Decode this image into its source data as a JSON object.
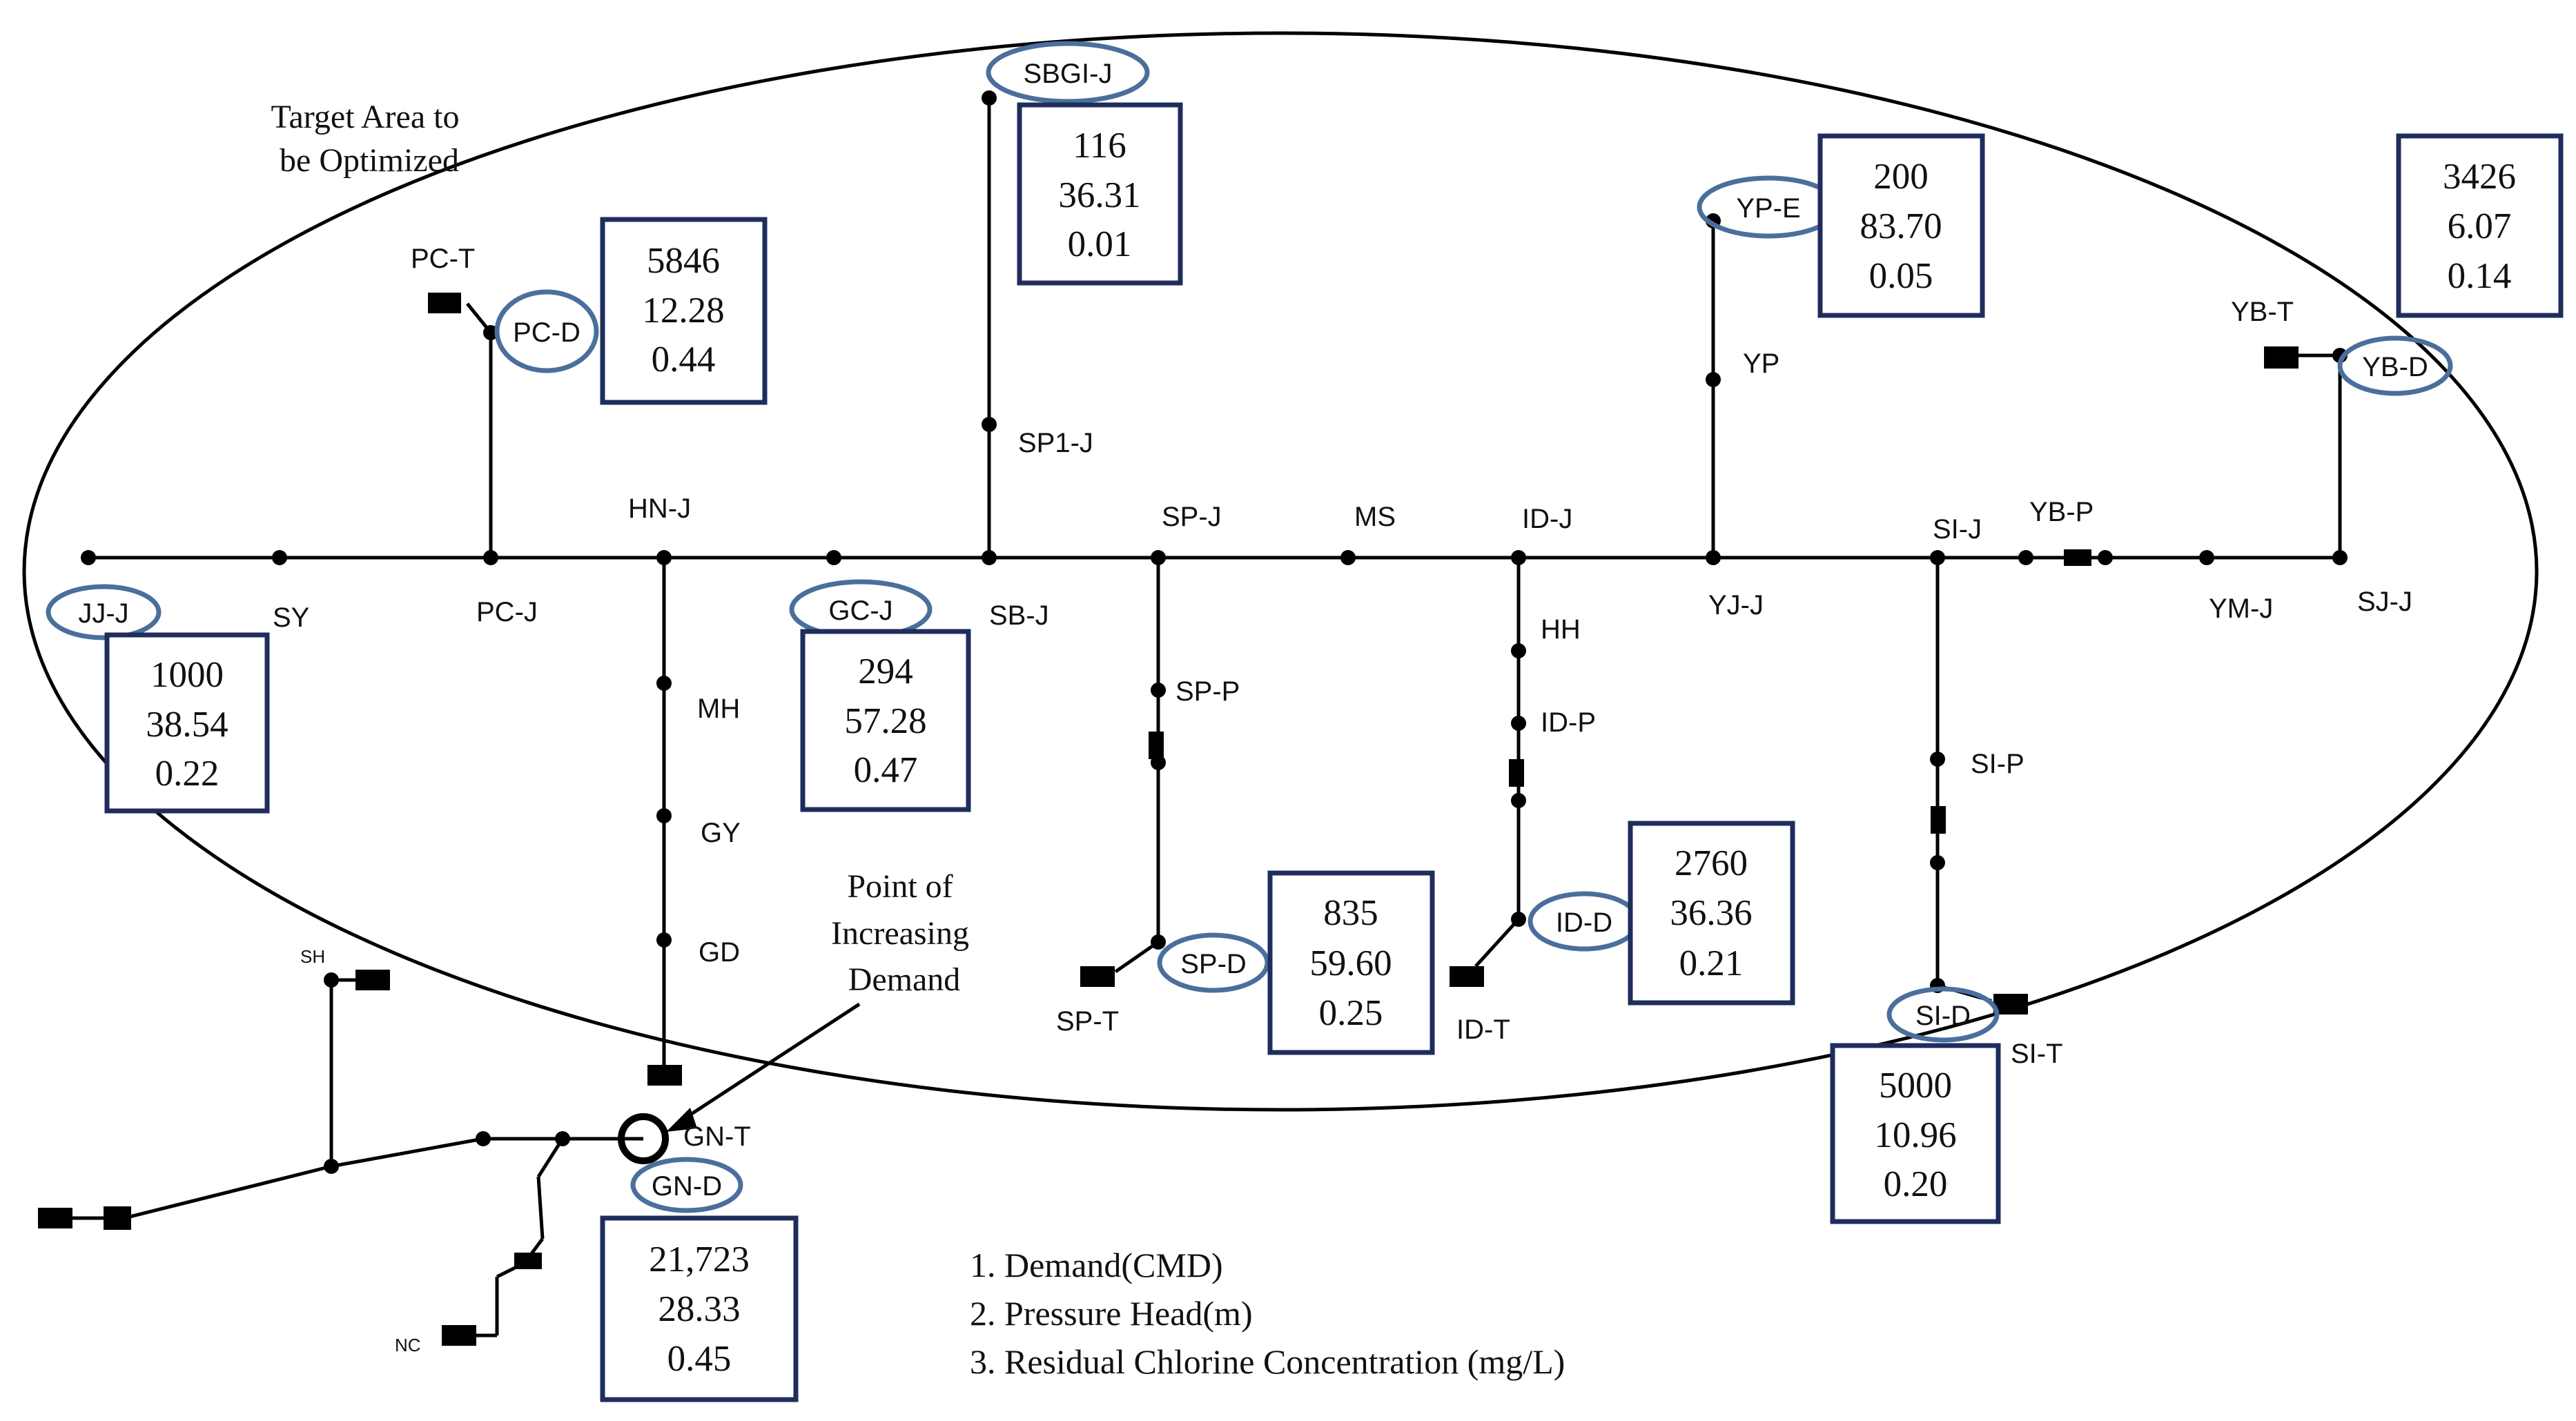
{
  "target_area_label": [
    "Target Area to",
    "be Optimized"
  ],
  "annotation": [
    "Point of",
    "Increasing",
    "Demand"
  ],
  "legend": [
    "1. Demand(CMD)",
    "2. Pressure Head(m)",
    "3. Residual Chlorine Concentration (mg/L)"
  ],
  "node_labels": {
    "hn_j": "HN-J",
    "sy": "SY",
    "pc_j": "PC-J",
    "sb_j": "SB-J",
    "sp1_j": "SP1-J",
    "sp_j": "SP-J",
    "ms": "MS",
    "id_j": "ID-J",
    "yj_j": "YJ-J",
    "yp": "YP",
    "si_j": "SI-J",
    "yb_p": "YB-P",
    "ym_j": "YM-J",
    "sj_j": "SJ-J",
    "yb_t": "YB-T",
    "pc_t": "PC-T",
    "mh": "MH",
    "gy": "GY",
    "gd": "GD",
    "sp_p": "SP-P",
    "sp_t": "SP-T",
    "hh": "HH",
    "id_p": "ID-P",
    "id_t": "ID-T",
    "si_p": "SI-P",
    "si_t": "SI-T",
    "gn_t": "GN-T",
    "sh": "SH",
    "nc": "NC"
  },
  "circled_labels": {
    "jj_j": "JJ-J",
    "gc_j": "GC-J",
    "pc_d": "PC-D",
    "sbgi_j": "SBGI-J",
    "yp_e": "YP-E",
    "yb_d": "YB-D",
    "sp_d": "SP-D",
    "id_d": "ID-D",
    "si_d": "SI-D",
    "gn_d": "GN-D"
  },
  "boxes": {
    "jj_j": [
      "1000",
      "38.54",
      "0.22"
    ],
    "gc_j": [
      "294",
      "57.28",
      "0.47"
    ],
    "pc_d": [
      "5846",
      "12.28",
      "0.44"
    ],
    "sbgi_j": [
      "116",
      "36.31",
      "0.01"
    ],
    "yp_e": [
      "200",
      "83.70",
      "0.05"
    ],
    "yb_d": [
      "3426",
      "6.07",
      "0.14"
    ],
    "sp_d": [
      "835",
      "59.60",
      "0.25"
    ],
    "id_d": [
      "2760",
      "36.36",
      "0.21"
    ],
    "si_d": [
      "5000",
      "10.96",
      "0.20"
    ],
    "gn_d": [
      "21,723",
      "28.33",
      "0.45"
    ]
  },
  "colors": {
    "line": "#000000",
    "box_border": "#1f2d5c",
    "circle_border": "#4a6f9c"
  }
}
